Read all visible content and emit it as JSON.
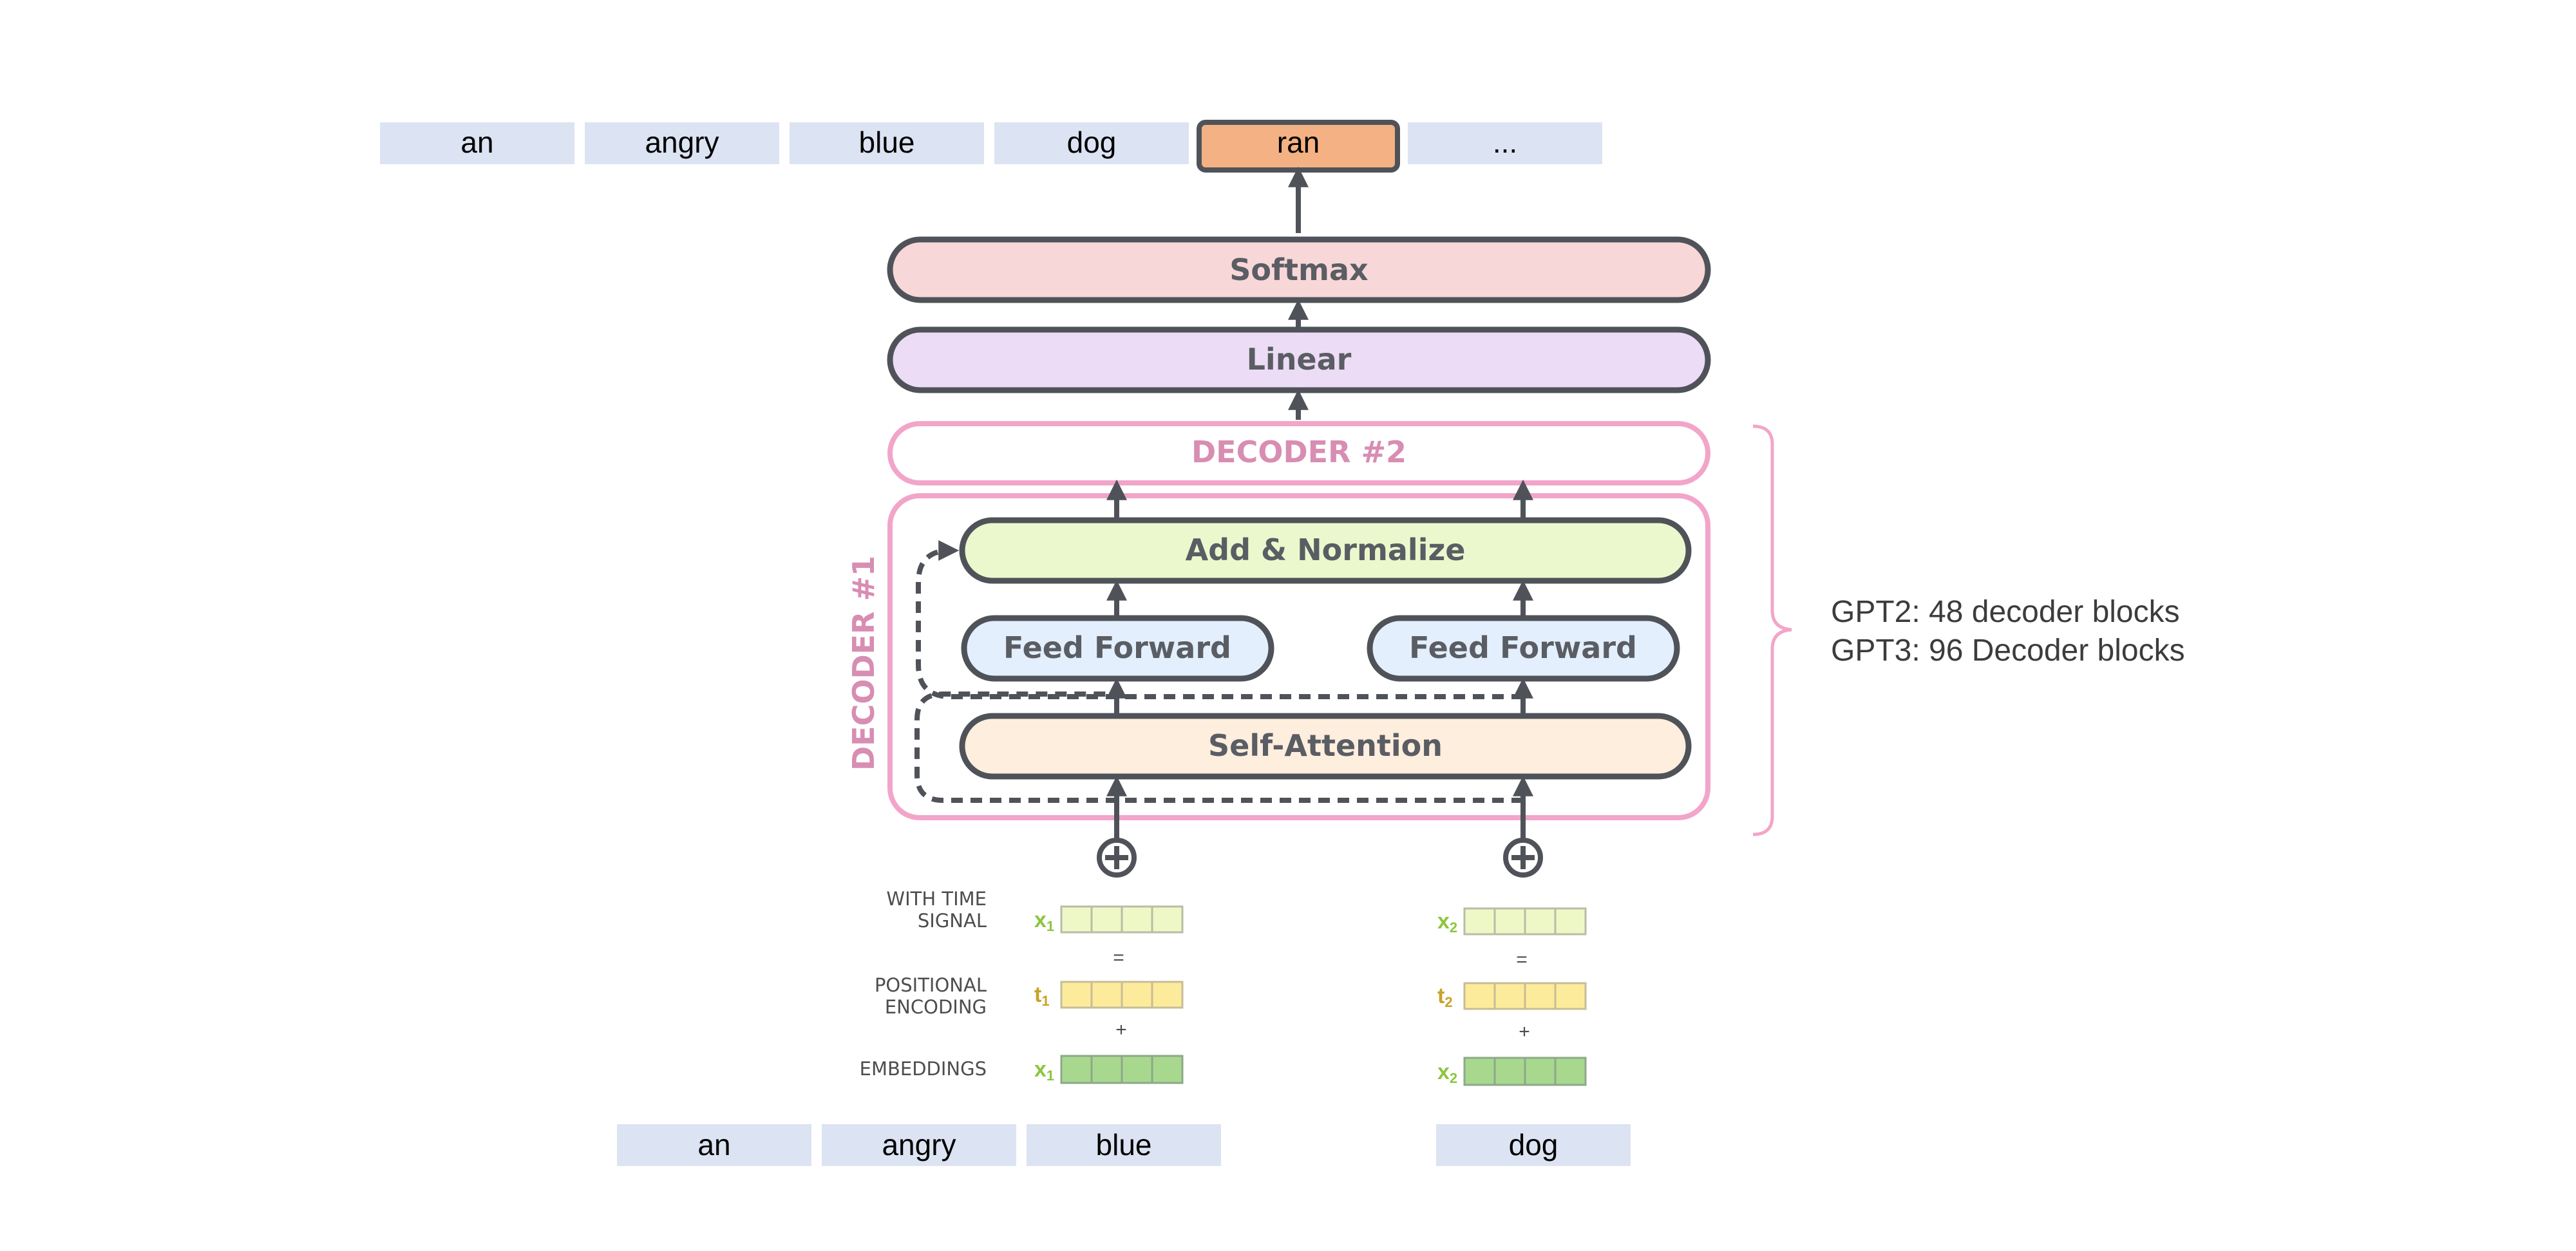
{
  "output_tokens": [
    "an",
    "angry",
    "blue",
    "dog",
    "ran",
    "..."
  ],
  "highlighted_output_index": 4,
  "input_tokens": [
    "an",
    "angry",
    "blue",
    "dog"
  ],
  "blocks": {
    "softmax": "Softmax",
    "linear": "Linear",
    "decoder2": "DECODER #2",
    "decoder1": "DECODER #1",
    "add_normalize": "Add & Normalize",
    "feed_forward_left": "Feed Forward",
    "feed_forward_right": "Feed Forward",
    "self_attention": "Self-Attention"
  },
  "brace_note": {
    "line1": "GPT2: 48 decoder blocks",
    "line2": "GPT3: 96 Decoder blocks"
  },
  "row_labels": {
    "time_signal_1": "WITH TIME",
    "time_signal_2": "SIGNAL",
    "positional_1": "POSITIONAL",
    "positional_2": "ENCODING",
    "embeddings": "EMBEDDINGS"
  },
  "vectors": {
    "left": {
      "time": "x",
      "time_sub": "1",
      "pos": "t",
      "pos_sub": "1",
      "emb": "x",
      "emb_sub": "1"
    },
    "right": {
      "time": "x",
      "time_sub": "2",
      "pos": "t",
      "pos_sub": "2",
      "emb": "x",
      "emb_sub": "2"
    }
  },
  "operators": {
    "equals": "=",
    "plus": "+"
  },
  "colors": {
    "token_bg": "#dce3f2",
    "highlight_bg": "#f4b183",
    "softmax_bg": "#f8d7d8",
    "linear_bg": "#eddcf6",
    "add_norm_bg": "#ebf8cd",
    "ff_bg": "#e3effc",
    "self_att_bg": "#fdeede",
    "decoder_border": "#f2a5c9",
    "decoder_text": "#d88db3",
    "stroke": "#4f5359"
  }
}
